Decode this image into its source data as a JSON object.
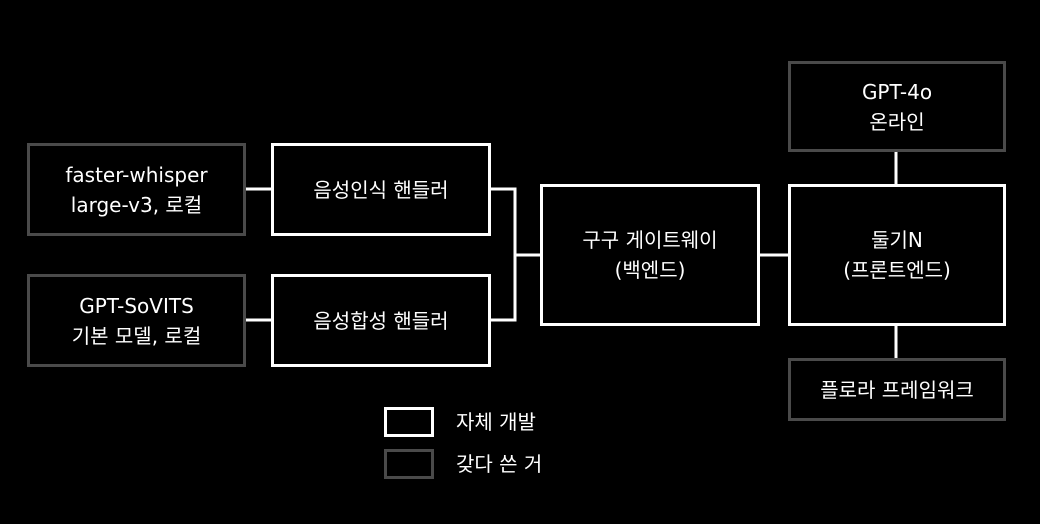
{
  "colors": {
    "background": "#000000",
    "self_developed_border": "#ffffff",
    "external_border": "#4a4a4a",
    "text": "#ffffff",
    "connector": "#ffffff"
  },
  "nodes": {
    "gpt4o": {
      "line1": "GPT-4o",
      "line2": "온라인",
      "kind": "external"
    },
    "whisper": {
      "line1": "faster-whisper",
      "line2": "large-v3, 로컬",
      "kind": "external"
    },
    "stt_handler": {
      "label": "음성인식 핸들러",
      "kind": "self"
    },
    "sovits": {
      "line1": "GPT-SoVITS",
      "line2": "기본 모델, 로컬",
      "kind": "external"
    },
    "tts_handler": {
      "label": "음성합성 핸들러",
      "kind": "self"
    },
    "gateway": {
      "line1": "구구 게이트웨이",
      "line2": "(백엔드)",
      "kind": "self"
    },
    "frontend": {
      "line1": "둘기N",
      "line2": "(프론트엔드)",
      "kind": "self"
    },
    "flutter": {
      "label": "플로라 프레임워크",
      "kind": "external"
    }
  },
  "legend": {
    "self_developed": "자체 개발",
    "external": "갖다 쓴 거"
  }
}
